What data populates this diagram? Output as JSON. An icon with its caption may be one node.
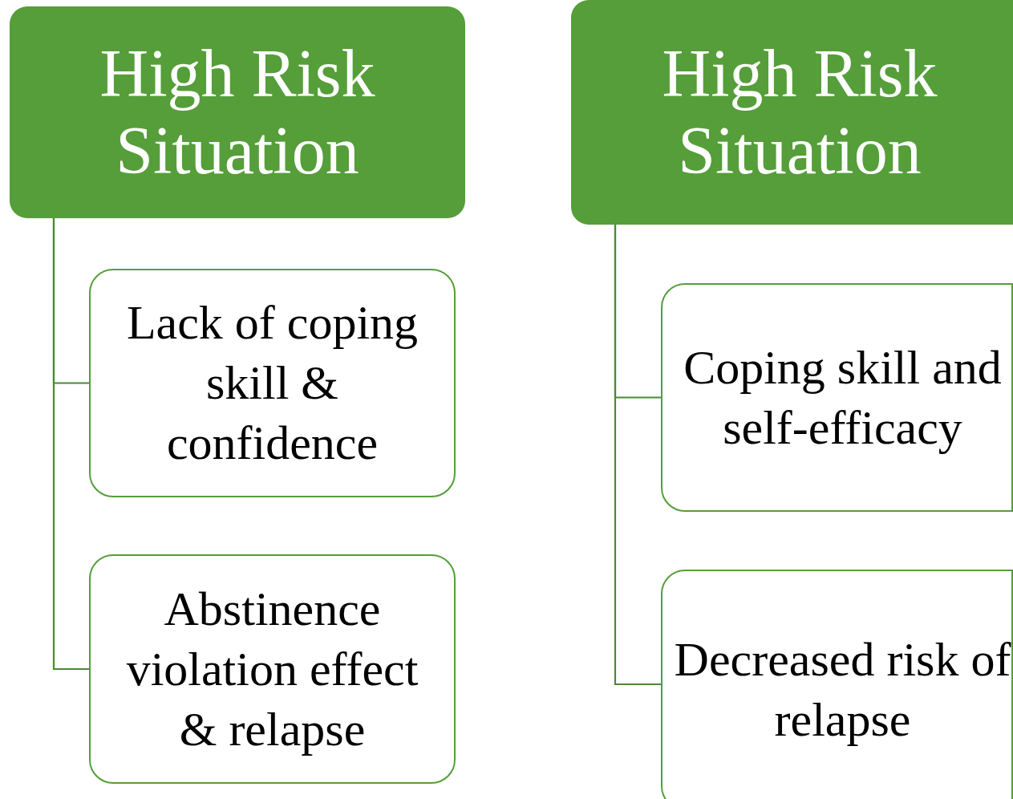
{
  "diagram": {
    "nodes": [
      {
        "text": [
          "High Risk Situation"
        ]
      },
      {
        "text": [
          "Lack of coping skill & confidence"
        ]
      },
      {
        "text": [
          "Abstinence violation effect & relapse"
        ]
      },
      {
        "text": [
          "High Risk Situation"
        ]
      },
      {
        "text": [
          "Coping skill and self-efficacy"
        ]
      },
      {
        "text": [
          "Decreased risk of relapse"
        ]
      }
    ],
    "edges": [
      {
        "from": 0,
        "to": 1,
        "arrow": "none"
      },
      {
        "from": 0,
        "to": 2,
        "arrow": "none"
      },
      {
        "from": 3,
        "to": 4,
        "arrow": "none"
      },
      {
        "from": 3,
        "to": 5,
        "arrow": "none"
      }
    ]
  }
}
